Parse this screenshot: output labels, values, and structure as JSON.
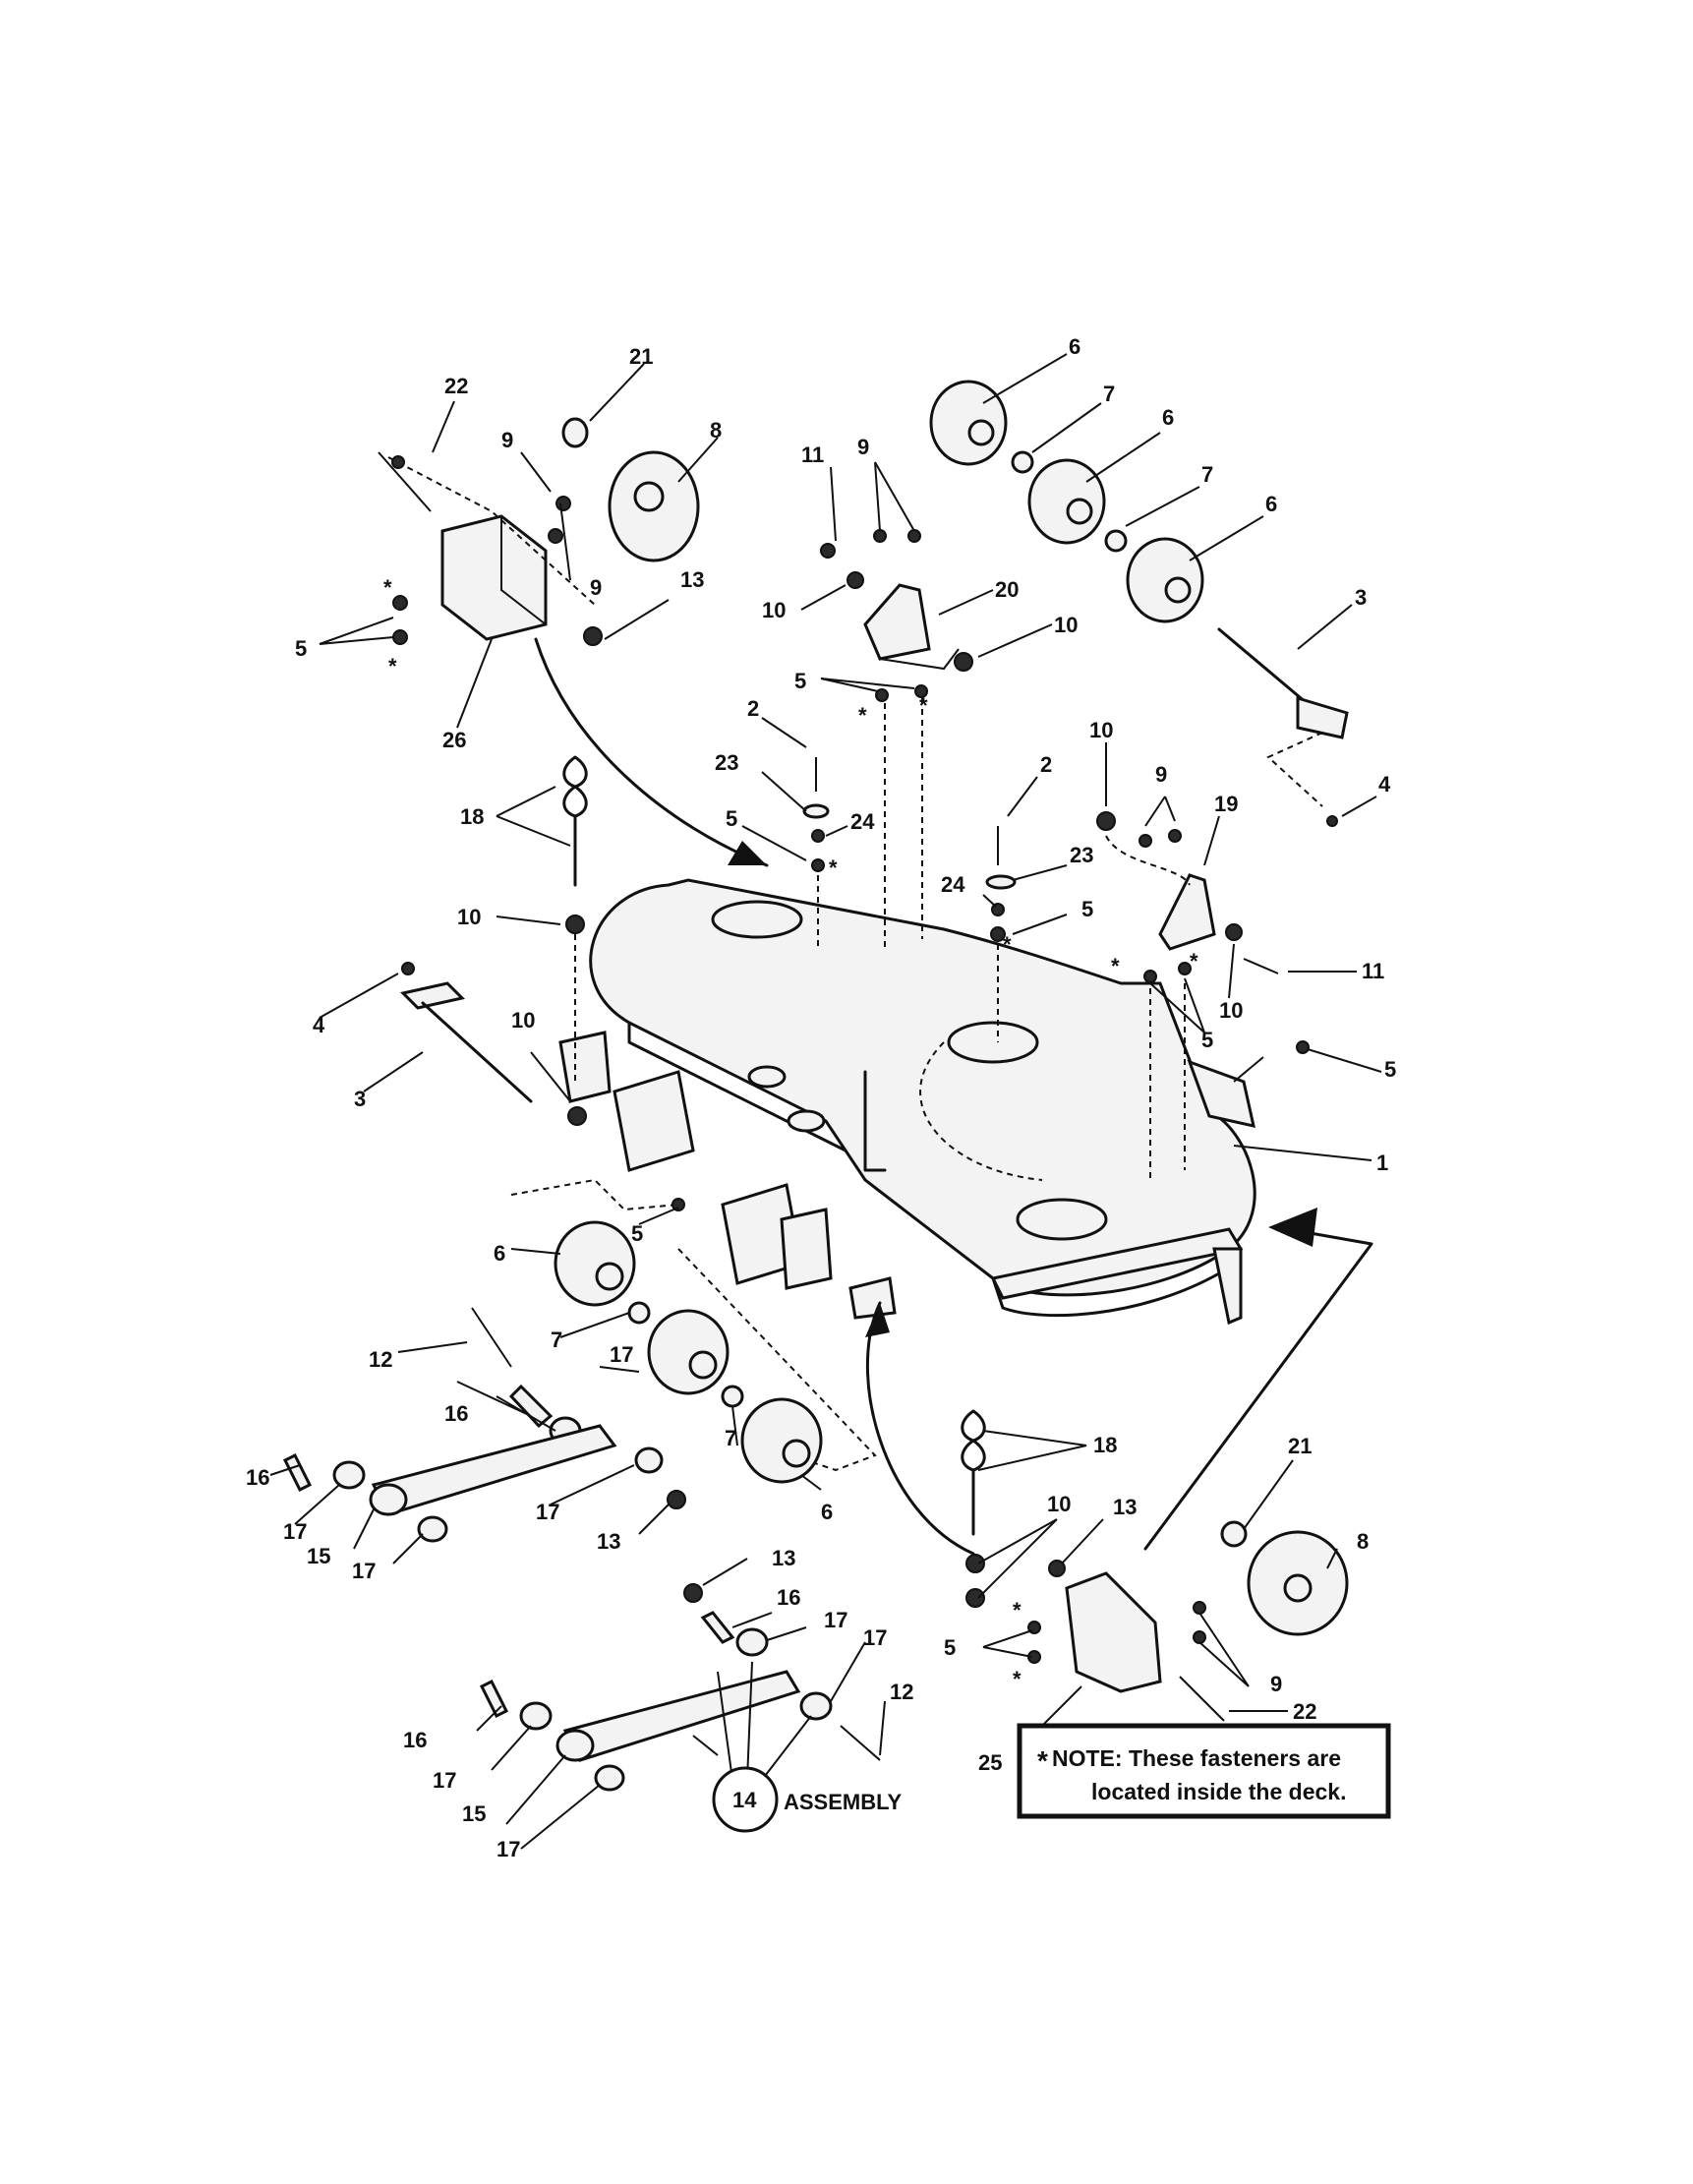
{
  "callouts": {
    "c21a": "21",
    "c22a": "22",
    "c8a": "8",
    "c9a": "9",
    "c9b": "9",
    "c13a": "13",
    "c5a": "5",
    "c26": "26",
    "star1": "*",
    "star2": "*",
    "c11a": "11",
    "c9c": "9",
    "c10a": "10",
    "c20": "20",
    "c10b": "10",
    "c5b": "5",
    "star3": "*",
    "star4": "*",
    "c6a": "6",
    "c7a": "7",
    "c6b": "6",
    "c7b": "7",
    "c6c": "6",
    "c3a": "3",
    "c4a": "4",
    "c2a": "2",
    "c23a": "23",
    "c24a": "24",
    "c5c": "5",
    "star5": "*",
    "c10c": "10",
    "c9d": "9",
    "c19": "19",
    "c2b": "2",
    "c23b": "23",
    "c24b": "24",
    "c5d": "5",
    "star6": "*",
    "c11b": "11",
    "c10d": "10",
    "c5e": "5",
    "star7": "*",
    "star8": "*",
    "c5f": "5",
    "c18a": "18",
    "c10e": "10",
    "c4b": "4",
    "c3b": "3",
    "c10f": "10",
    "c1": "1",
    "c5g": "5",
    "c6d": "6",
    "c7c": "7",
    "c12a": "12",
    "c17a": "17",
    "c16a": "16",
    "c7d": "7",
    "c6e": "6",
    "c16b": "16",
    "c17b": "17",
    "c15a": "15",
    "c17c": "17",
    "c13b": "13",
    "c17d": "17",
    "c18b": "18",
    "c10g": "10",
    "c13c": "13",
    "c21b": "21",
    "c8b": "8",
    "c13d": "13",
    "c16c": "16",
    "c17e": "17",
    "c17f": "17",
    "c12b": "12",
    "c16d": "16",
    "c17g": "17",
    "c15b": "15",
    "c17h": "17",
    "c5h": "5",
    "star9": "*",
    "star10": "*",
    "c9e": "9",
    "c22b": "22",
    "c25": "25"
  },
  "assembly": {
    "number": "14",
    "label": "ASSEMBLY"
  },
  "note": {
    "asterisk": "*",
    "line1": "NOTE: These fasteners are",
    "line2": "located inside the deck."
  }
}
